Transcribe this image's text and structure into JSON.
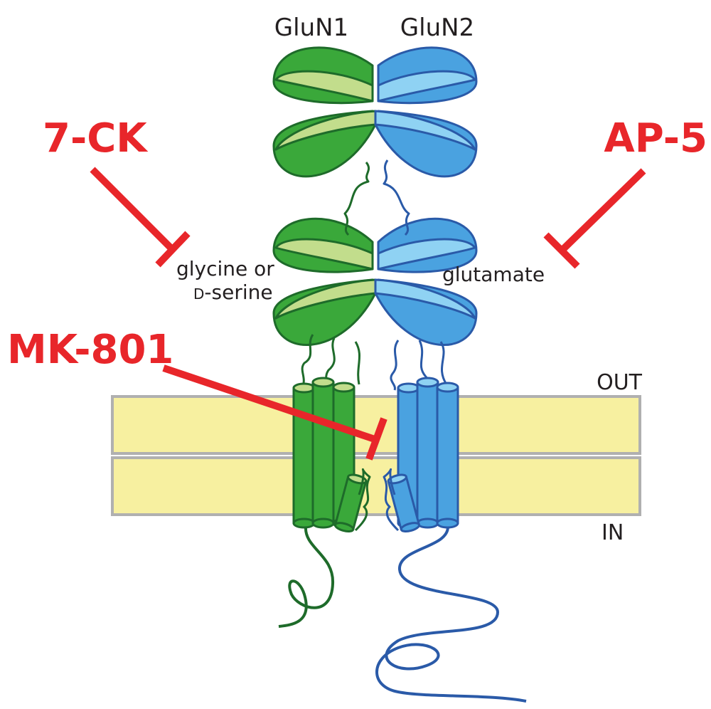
{
  "subunits": {
    "left": "GluN1",
    "right": "GluN2"
  },
  "ligands": {
    "left_line1": "glycine or",
    "left_line2_prefix": "D",
    "left_line2_rest": "-serine",
    "right": "glutamate"
  },
  "membrane": {
    "out_label": "OUT",
    "in_label": "IN"
  },
  "antagonists": {
    "seven_ck": "7-CK",
    "ap5": "AP-5",
    "mk801": "MK-801"
  },
  "colors": {
    "glun1_dark": "#3aa83a",
    "glun1_light": "#c2dd8c",
    "glun1_line": "#1e6b2a",
    "glun2_dark": "#4aa2e0",
    "glun2_light": "#8fd2f3",
    "glun2_line": "#2a5aa8",
    "membrane_fill": "#f7f0a0",
    "membrane_stroke": "#b0b0b0",
    "inhibitor": "#e8262a"
  }
}
